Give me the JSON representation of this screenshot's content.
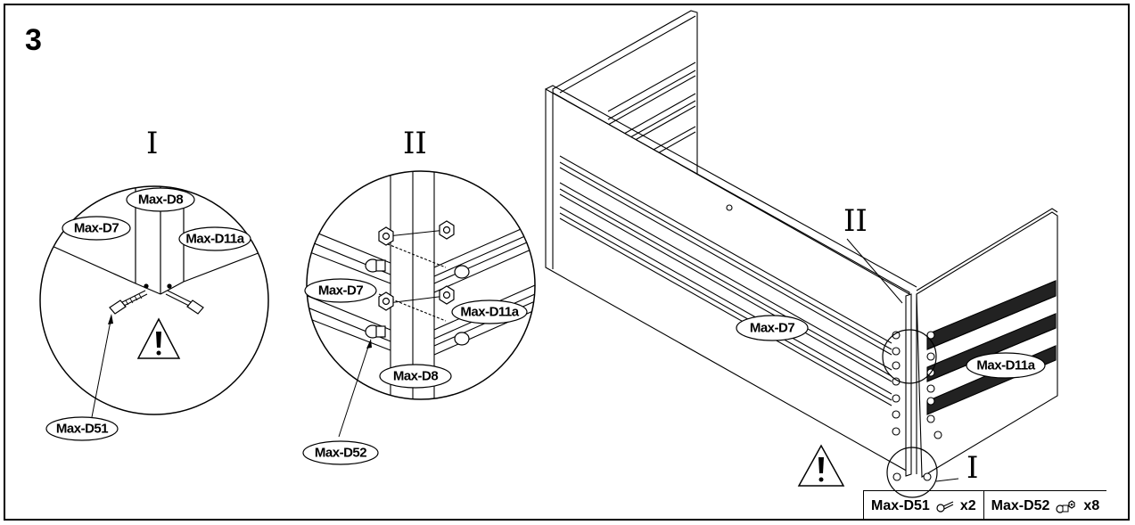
{
  "step_number": "3",
  "detail_markers": {
    "detail_one": "I",
    "detail_two": "II"
  },
  "detail_one_labels": {
    "d8": "Max-D8",
    "d7": "Max-D7",
    "d11a": "Max-D11a",
    "d51": "Max-D51"
  },
  "detail_two_labels": {
    "d7": "Max-D7",
    "d11a": "Max-D11a",
    "d8": "Max-D8",
    "d52": "Max-D52"
  },
  "main_view_labels": {
    "d7": "Max-D7",
    "d11a": "Max-D11a",
    "callout_two": "II",
    "callout_one": "I"
  },
  "parts_legend": [
    {
      "name": "Max-D51",
      "icon": "screw-icon",
      "qty": "x2"
    },
    {
      "name": "Max-D52",
      "icon": "bolt-nut-icon",
      "qty": "x8"
    }
  ]
}
